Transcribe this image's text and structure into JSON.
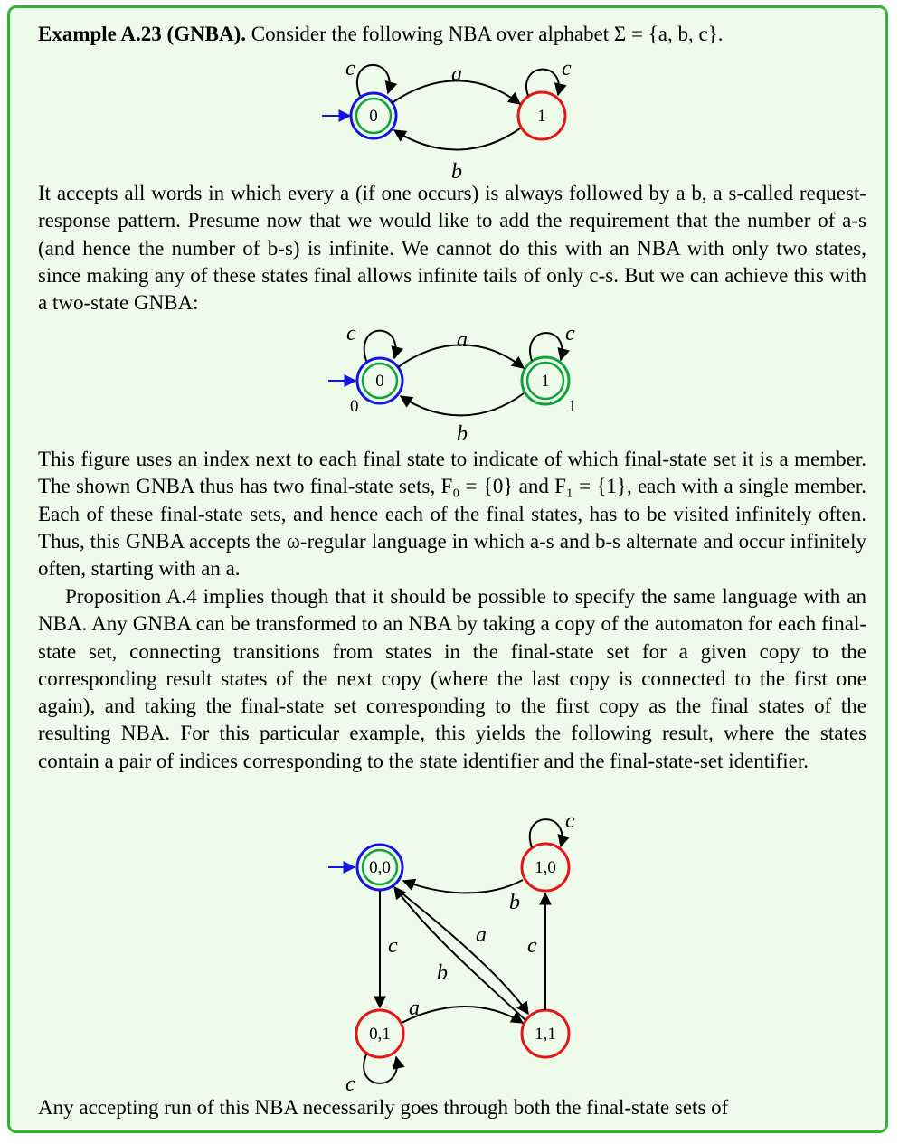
{
  "example": {
    "heading": "Example A.23 (GNBA).",
    "intro": "Consider the following NBA over alphabet Σ = {a, b, c}."
  },
  "figure1": {
    "states": [
      "0",
      "1"
    ],
    "labels": {
      "loop0": "c",
      "loop1": "c",
      "ab": "a",
      "ba": "b"
    },
    "colors": {
      "initial": "#1414e6",
      "final": "#12a23c",
      "nonfinal": "#e61414"
    }
  },
  "paragraph1": "It accepts all words in which every a (if one occurs) is always followed by a b, a s-called request-response pattern. Presume now that we would like to add the requirement that the number of a-s (and hence the number of b-s) is infinite. We cannot do this with an NBA with only two states, since making any of these states final allows infinite tails of only c-s. But we can achieve this with a two-state GNBA:",
  "figure2": {
    "states": [
      "0",
      "1"
    ],
    "indices": [
      "0",
      "1"
    ],
    "labels": {
      "loop0": "c",
      "loop1": "c",
      "ab": "a",
      "ba": "b"
    }
  },
  "paragraph2": "This figure uses an index next to each final state to indicate of which final-state set it is a member. The shown GNBA thus has two final-state sets, F₀ = {0} and F₁ = {1}, each with a single member. Each of these final-state sets, and hence each of the final states, has to be visited infinitely often. Thus, this GNBA accepts the ω-regular language in which a-s and b-s alternate and occur infinitely often, starting with an a.",
  "paragraph3": "Proposition A.4 implies though that it should be possible to specify the same language with an NBA. Any GNBA can be transformed to an NBA by taking a copy of the automaton for each final-state set, connecting transitions from states in the final-state set for a given copy to the corresponding result states of the next copy (where the last copy is connected to the first one again), and taking the final-state set corresponding to the first copy as the final states of the resulting NBA. For this particular example, this yields the following result, where the states contain a pair of indices corresponding to the state identifier and the final-state-set identifier.",
  "figure3": {
    "states": [
      "0,0",
      "1,0",
      "0,1",
      "1,1"
    ],
    "labels": {
      "loop10": "c",
      "e10_00": "b",
      "e00_01": "c",
      "e11_00": "b",
      "e00_11": "a",
      "e11_10": "c",
      "e01_11": "a",
      "loop01": "c"
    }
  },
  "paragraph4": "Any accepting run of this NBA necessarily goes through both the final-state sets of"
}
